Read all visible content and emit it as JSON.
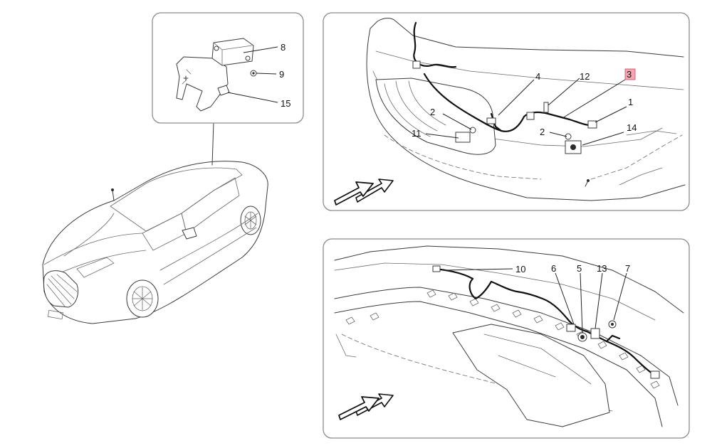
{
  "callouts": {
    "inset": {
      "c8": "8",
      "c9": "9",
      "c15": "15"
    },
    "front": {
      "c4": "4",
      "c12": "12",
      "c3": "3",
      "c1": "1",
      "c2a": "2",
      "c2b": "2",
      "c11": "11",
      "c14": "14"
    },
    "rear": {
      "c10": "10",
      "c6": "6",
      "c5": "5",
      "c13": "13",
      "c7": "7"
    }
  },
  "highlight": {
    "callout": "3",
    "color": "#f4a6b2"
  },
  "colors": {
    "panel_border": "#8c8c8c",
    "line": "#3a3a3a",
    "wire": "#111111"
  },
  "icons": {
    "front_arrow": "direction-arrow-icon",
    "rear_arrow": "direction-arrow-icon"
  }
}
